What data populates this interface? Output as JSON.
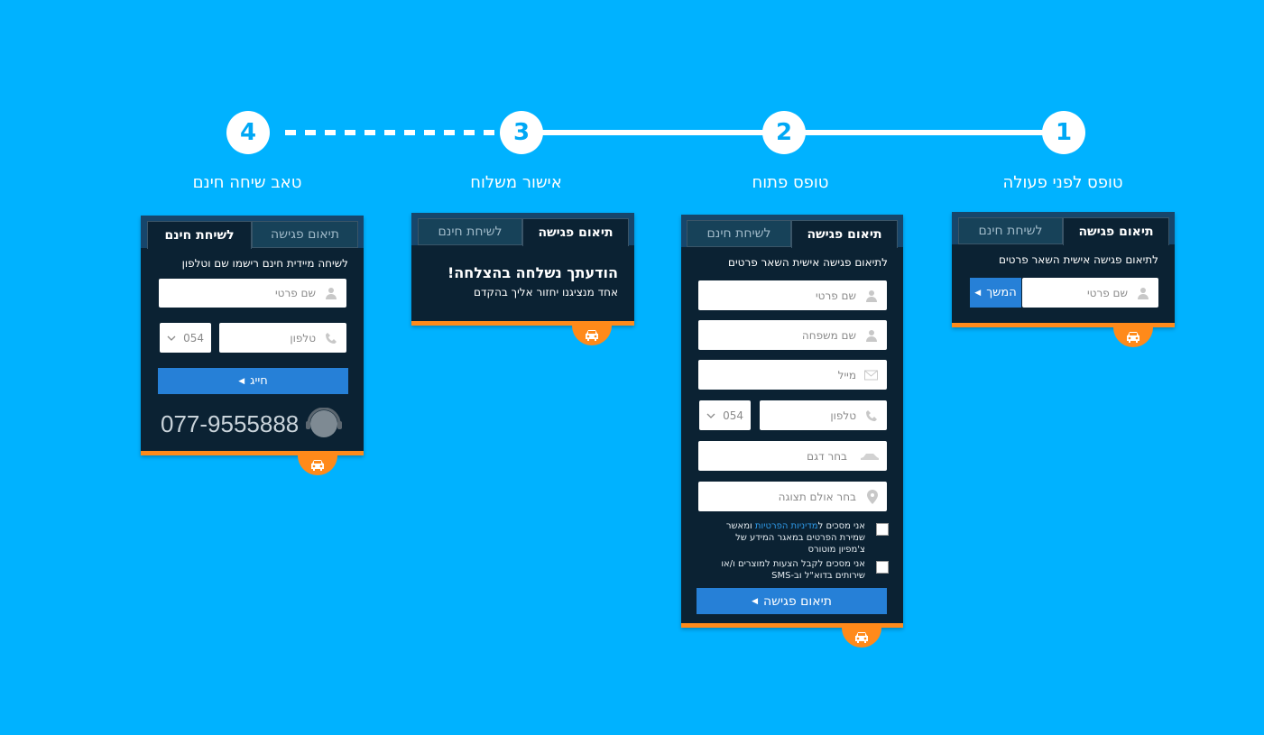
{
  "steps": [
    {
      "number": "1",
      "title": "טופס לפני פעולה"
    },
    {
      "number": "2",
      "title": "טופס פתוח"
    },
    {
      "number": "3",
      "title": "אישור משלוח"
    },
    {
      "number": "4",
      "title": "טאב שיחה חינם"
    }
  ],
  "tabs": {
    "meeting": "תיאום פגישה",
    "free_call": "לשיחת חינם"
  },
  "widget1": {
    "prompt": "לתיאום פגישה אישית השאר פרטים",
    "name_placeholder": "שם פרטי",
    "continue_label": "המשך"
  },
  "widget2": {
    "prompt": "לתיאום פגישה אישית השאר פרטים",
    "first_name_placeholder": "שם פרטי",
    "last_name_placeholder": "שם משפחה",
    "email_placeholder": "מייל",
    "phone_placeholder": "טלפון",
    "area_code": "054",
    "model_placeholder": "בחר דגם",
    "showroom_placeholder": "בחר אולם תצוגה",
    "privacy_text_before": "אני מסכים ל",
    "privacy_link": "מדיניות הפרטיות",
    "privacy_text_after": " ומאשר שמירת הפרטים במאגר המידע של צ'מפיון מוטורס",
    "offers_text": "אני מסכים לקבל הצעות למוצרים ו/או שירותים בדוא\"ל וב-SMS",
    "submit_label": "תיאום פגישה"
  },
  "widget3": {
    "success_title": "הודעתך נשלחה בהצלחה!",
    "success_sub": "אחד מנציגנו יחזור אליך בהקדם"
  },
  "widget4": {
    "prompt": "לשיחה מיידית חינם רישמו שם וטלפון",
    "name_placeholder": "שם פרטי",
    "phone_placeholder": "טלפון",
    "area_code": "054",
    "dial_label": "חייג",
    "hotline": "077-9555888"
  },
  "colors": {
    "background": "#00b2ff",
    "widget": "#0b2233",
    "accent_orange": "#ff8a1a",
    "button_blue": "#2680d7"
  }
}
